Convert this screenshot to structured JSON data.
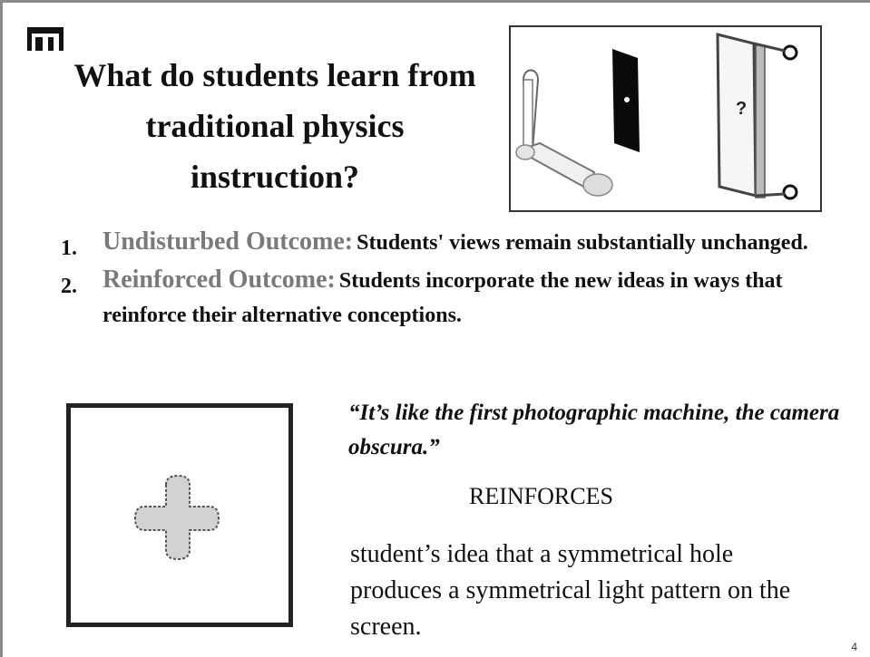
{
  "title": "What do students learn from traditional physics instruction?",
  "apparatus": {
    "screen_label": "?"
  },
  "outcomes": [
    {
      "number": "1.",
      "heading": "Undisturbed Outcome:",
      "text": "Students' views remain substantially unchanged."
    },
    {
      "number": "2.",
      "heading": "Reinforced Outcome:",
      "text": "Students incorporate the new ideas in ways that reinforce their alternative conceptions."
    }
  ],
  "quote": "“It’s like the first photographic machine, the camera obscura.”",
  "reinforces": "REINFORCES",
  "conclusion": "student’s idea that a symmetrical hole produces a symmetrical light pattern on the screen.",
  "page_number": "4",
  "colors": {
    "heading_gray": "#7a7a7a",
    "text": "#111111",
    "border": "#8a8a8a"
  }
}
